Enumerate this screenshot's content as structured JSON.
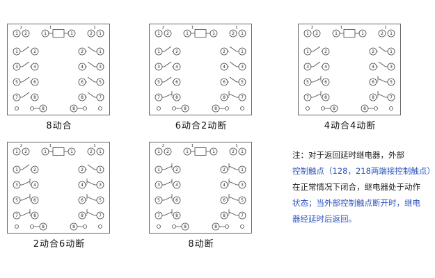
{
  "page": {
    "background": "#ffffff"
  },
  "diagrams": [
    {
      "label": "8动合",
      "contacts_left": [
        "NO",
        "NO",
        "NO",
        "NO"
      ],
      "contacts_right": [
        "NO",
        "NO",
        "NO",
        "NO"
      ]
    },
    {
      "label": "6动合2动断",
      "contacts_left": [
        "NO",
        "NO",
        "NO",
        "NC"
      ],
      "contacts_right": [
        "NO",
        "NO",
        "NO",
        "NC"
      ]
    },
    {
      "label": "4动合4动断",
      "contacts_left": [
        "NO",
        "NO",
        "NC",
        "NC"
      ],
      "contacts_right": [
        "NO",
        "NO",
        "NC",
        "NC"
      ]
    },
    {
      "label": "2动合6动断",
      "contacts_left": [
        "NO",
        "NC",
        "NC",
        "NC"
      ],
      "contacts_right": [
        "NO",
        "NC",
        "NC",
        "NC"
      ]
    },
    {
      "label": "8动断",
      "contacts_left": [
        "NC",
        "NC",
        "NC",
        "NC"
      ],
      "contacts_right": [
        "NC",
        "NC",
        "NC",
        "NC"
      ]
    }
  ],
  "terminals": {
    "top_left": [
      "1",
      "2"
    ],
    "top_right": [
      "2",
      "1"
    ],
    "coil_sides": [
      "1",
      "1"
    ],
    "top_small_labels": [
      "2",
      "1",
      "1"
    ],
    "left_outer": [
      "1",
      "3",
      "5",
      "7"
    ],
    "left_inner": [
      "2",
      "4",
      "6",
      "8"
    ],
    "right_inner": [
      "2",
      "4",
      "6",
      "8"
    ],
    "right_outer": [
      "1",
      "3",
      "5",
      "7"
    ],
    "bottom": [
      "8",
      "8"
    ]
  },
  "note": {
    "lines": [
      {
        "text": "注：对于返回延时继电器，外部",
        "color": "#1c1c1c"
      },
      {
        "text": "控制触点（128，218两端接控制触点）",
        "color": "#2a52be"
      },
      {
        "text": "在正常情况下闭合，继电器处于动作",
        "color": "#1c1c1c"
      },
      {
        "text": "状态；当外部控制触点断开时，继电",
        "color": "#2a52be"
      },
      {
        "text": "器经延时后返回。",
        "color": "#2a52be"
      }
    ]
  },
  "style": {
    "line_color": "#444444",
    "box_border_color": "#666666",
    "digit_color": "#222222"
  }
}
